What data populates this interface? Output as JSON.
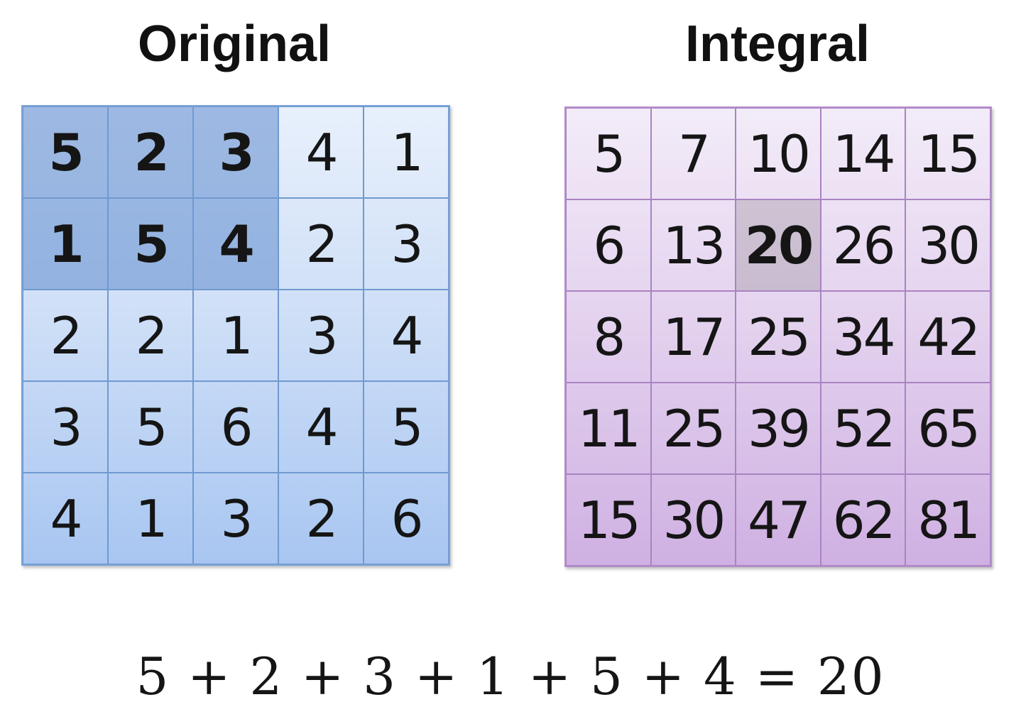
{
  "titles": {
    "original": "Original",
    "integral": "Integral"
  },
  "original_grid": [
    [
      "5",
      "2",
      "3",
      "4",
      "1"
    ],
    [
      "1",
      "5",
      "4",
      "2",
      "3"
    ],
    [
      "2",
      "2",
      "1",
      "3",
      "4"
    ],
    [
      "3",
      "5",
      "6",
      "4",
      "5"
    ],
    [
      "4",
      "1",
      "3",
      "2",
      "6"
    ]
  ],
  "original_highlighted": [
    [
      0,
      0
    ],
    [
      0,
      1
    ],
    [
      0,
      2
    ],
    [
      1,
      0
    ],
    [
      1,
      1
    ],
    [
      1,
      2
    ]
  ],
  "integral_grid": [
    [
      "5",
      "7",
      "10",
      "14",
      "15"
    ],
    [
      "6",
      "13",
      "20",
      "26",
      "30"
    ],
    [
      "8",
      "17",
      "25",
      "34",
      "42"
    ],
    [
      "11",
      "25",
      "39",
      "52",
      "65"
    ],
    [
      "15",
      "30",
      "47",
      "62",
      "81"
    ]
  ],
  "integral_highlighted": [
    [
      1,
      2
    ]
  ],
  "equation": "5 + 2 + 3 + 1 + 5 + 4 = 20",
  "colors": {
    "original_fill": "#cfdff7",
    "original_highlight": "#7fa6db",
    "integral_fill": "#e4d3ef",
    "integral_highlight": "#cbbccf"
  }
}
